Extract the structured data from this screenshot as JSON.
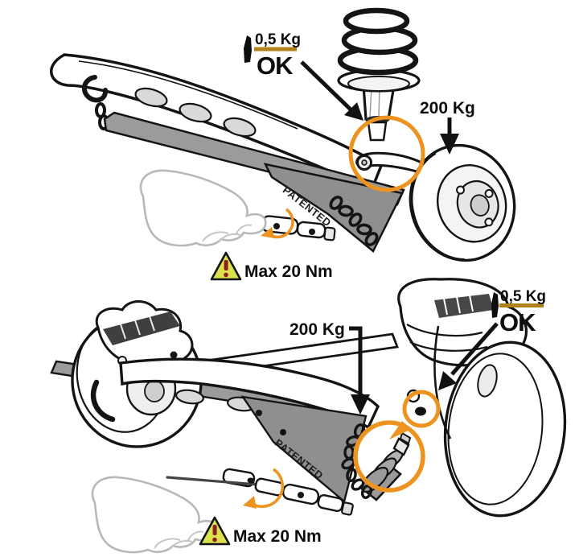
{
  "colors": {
    "accent_orange": "#EC9320",
    "gold_bar": "#B08219",
    "warning_fill": "#DCE24E",
    "warning_mark": "#8A2020",
    "line_black": "#141414",
    "tool_gray": "#9B9B9B"
  },
  "figures": [
    {
      "id": "front-strut-procedure",
      "tap_weight_label": "0,5 Kg",
      "ok_label": "OK",
      "load_label": "200 Kg",
      "torque_label": "Max 20 Nm",
      "patented_label": "PATENTED"
    },
    {
      "id": "rear-shock-procedure",
      "tap_weight_label": "0,5 Kg",
      "ok_label": "OK",
      "load_label": "200 Kg",
      "torque_label": "Max 20 Nm",
      "patented_label": "PATENTED"
    }
  ],
  "icons": {
    "hammer": "hammer-icon",
    "warning_triangle": "warning-triangle-icon",
    "rotation_arrow": "rotation-arrow-icon",
    "highlight_circle": "highlight-circle"
  }
}
